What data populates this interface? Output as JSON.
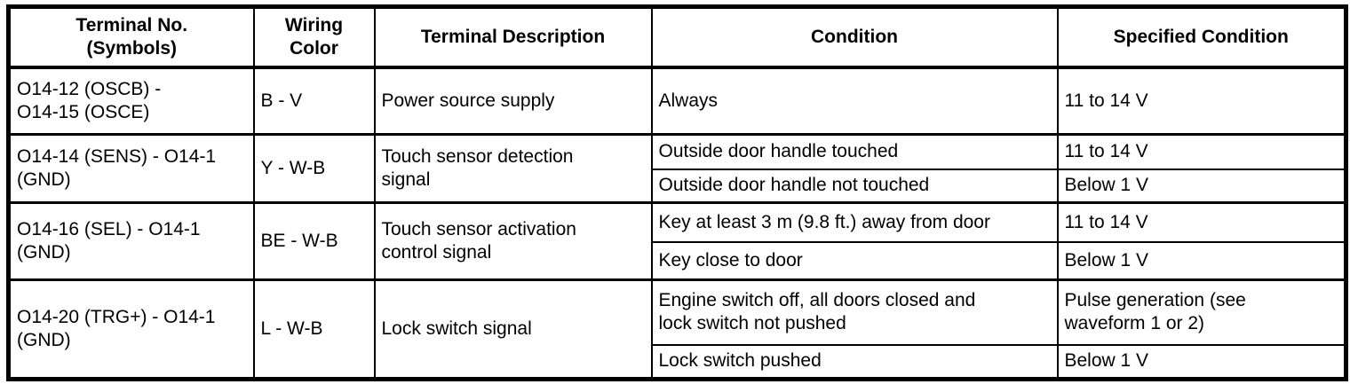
{
  "table": {
    "headers": {
      "terminal": "Terminal No.\n(Symbols)",
      "wiring": "Wiring\nColor",
      "description": "Terminal Description",
      "condition": "Condition",
      "specified": "Specified Condition"
    },
    "rows": [
      {
        "terminal": "O14-12 (OSCB) -\nO14-15 (OSCE)",
        "wiring": "B - V",
        "description": "Power source supply",
        "conditions": [
          {
            "condition": "Always",
            "specified": "11 to 14 V"
          }
        ]
      },
      {
        "terminal": "O14-14 (SENS) - O14-1\n(GND)",
        "wiring": "Y - W-B",
        "description": "Touch sensor detection\nsignal",
        "conditions": [
          {
            "condition": "Outside door handle touched",
            "specified": "11 to 14 V"
          },
          {
            "condition": "Outside door handle not touched",
            "specified": "Below 1 V"
          }
        ]
      },
      {
        "terminal": "O14-16 (SEL) - O14-1\n(GND)",
        "wiring": "BE - W-B",
        "description": "Touch sensor activation\ncontrol signal",
        "conditions": [
          {
            "condition": "Key at least 3 m (9.8 ft.) away from door",
            "specified": "11 to 14 V"
          },
          {
            "condition": "Key close to door",
            "specified": "Below 1 V"
          }
        ]
      },
      {
        "terminal": "O14-20 (TRG+) - O14-1\n(GND)",
        "wiring": "L - W-B",
        "description": "Lock switch signal",
        "conditions": [
          {
            "condition": "Engine switch off, all doors closed and\nlock switch not pushed",
            "specified": "Pulse generation (see\nwaveform 1 or 2)"
          },
          {
            "condition": "Lock switch pushed",
            "specified": "Below 1 V"
          }
        ]
      }
    ]
  }
}
